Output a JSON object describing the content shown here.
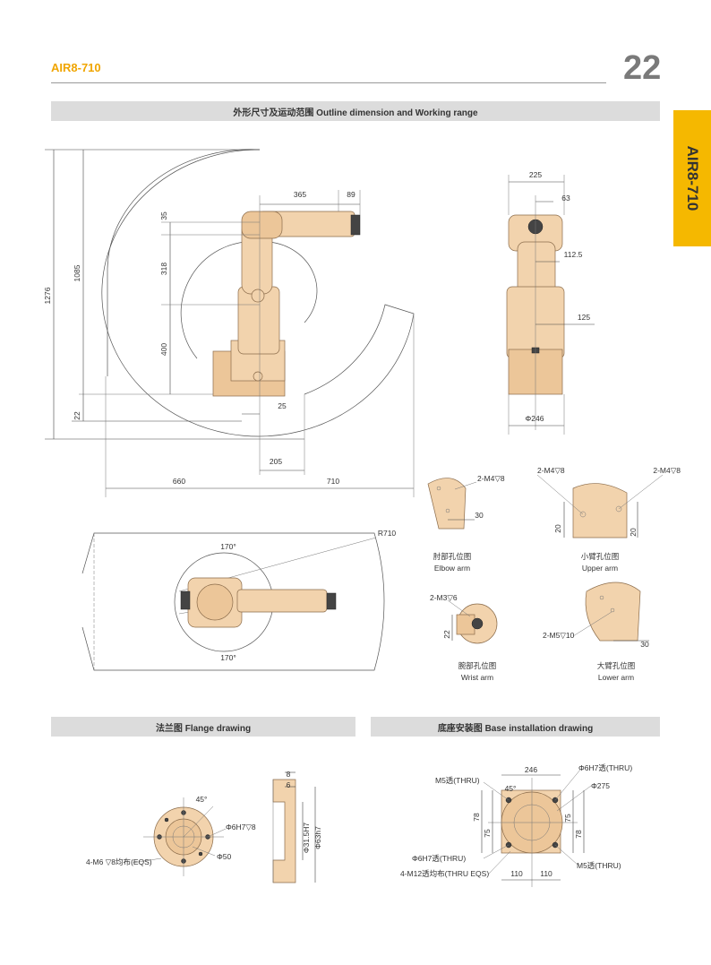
{
  "header": {
    "model": "AIR8-710",
    "page_number": "22",
    "side_tab": "AIR8-710"
  },
  "sections": {
    "outline": "外形尺寸及运动范围 Outline dimension and Working range",
    "flange": "法兰图 Flange drawing",
    "base": "底座安装图 Base installation drawing"
  },
  "side_view": {
    "dim_365": "365",
    "dim_89": "89",
    "dim_35": "35",
    "dim_318": "318",
    "dim_400": "400",
    "dim_1276": "1276",
    "dim_1085": "1085",
    "dim_22": "22",
    "dim_25": "25",
    "dim_205": "205",
    "dim_660": "660",
    "dim_710": "710"
  },
  "front_view": {
    "dim_225": "225",
    "dim_63": "63",
    "dim_112_5": "112.5",
    "dim_125": "125",
    "dim_phi246": "Φ246"
  },
  "top_view": {
    "r710": "R710",
    "angle_top": "170°",
    "angle_bottom": "170°"
  },
  "holes": {
    "elbow": {
      "spec": "2-M4▽8",
      "dim": "30",
      "label_cn": "肘部孔位图",
      "label_en": "Elbow arm"
    },
    "upper": {
      "spec_left": "2-M4▽8",
      "spec_right": "2-M4▽8",
      "dim_left": "20",
      "dim_right": "20",
      "label_cn": "小臂孔位图",
      "label_en": "Upper arm"
    },
    "wrist": {
      "spec": "2-M3▽6",
      "dim": "22",
      "label_cn": "腕部孔位图",
      "label_en": "Wrist arm"
    },
    "lower": {
      "spec": "2-M5▽10",
      "dim": "30",
      "label_cn": "大臂孔位图",
      "label_en": "Lower arm"
    }
  },
  "flange": {
    "angle": "45°",
    "phi6h7": "Φ6H7▽8",
    "phi50": "Φ50",
    "m6": "4-M6 ▽8均布(EQS)",
    "dim_8": "8",
    "dim_6": "6",
    "phi31_5": "Φ31.5H7",
    "phi63": "Φ63h7"
  },
  "base": {
    "dim_246": "246",
    "phi6h7_thru_top": "Φ6H7透(THRU)",
    "phi275": "Φ275",
    "m5_thru_left": "M5透(THRU)",
    "angle": "45°",
    "dim_78_l": "78",
    "dim_75_l": "75",
    "dim_75_r": "75",
    "dim_78_r": "78",
    "phi6h7_thru_bottom": "Φ6H7透(THRU)",
    "m12": "4-M12透均布(THRU EQS)",
    "m5_thru_right": "M5透(THRU)",
    "dim_110_l": "110",
    "dim_110_r": "110"
  }
}
